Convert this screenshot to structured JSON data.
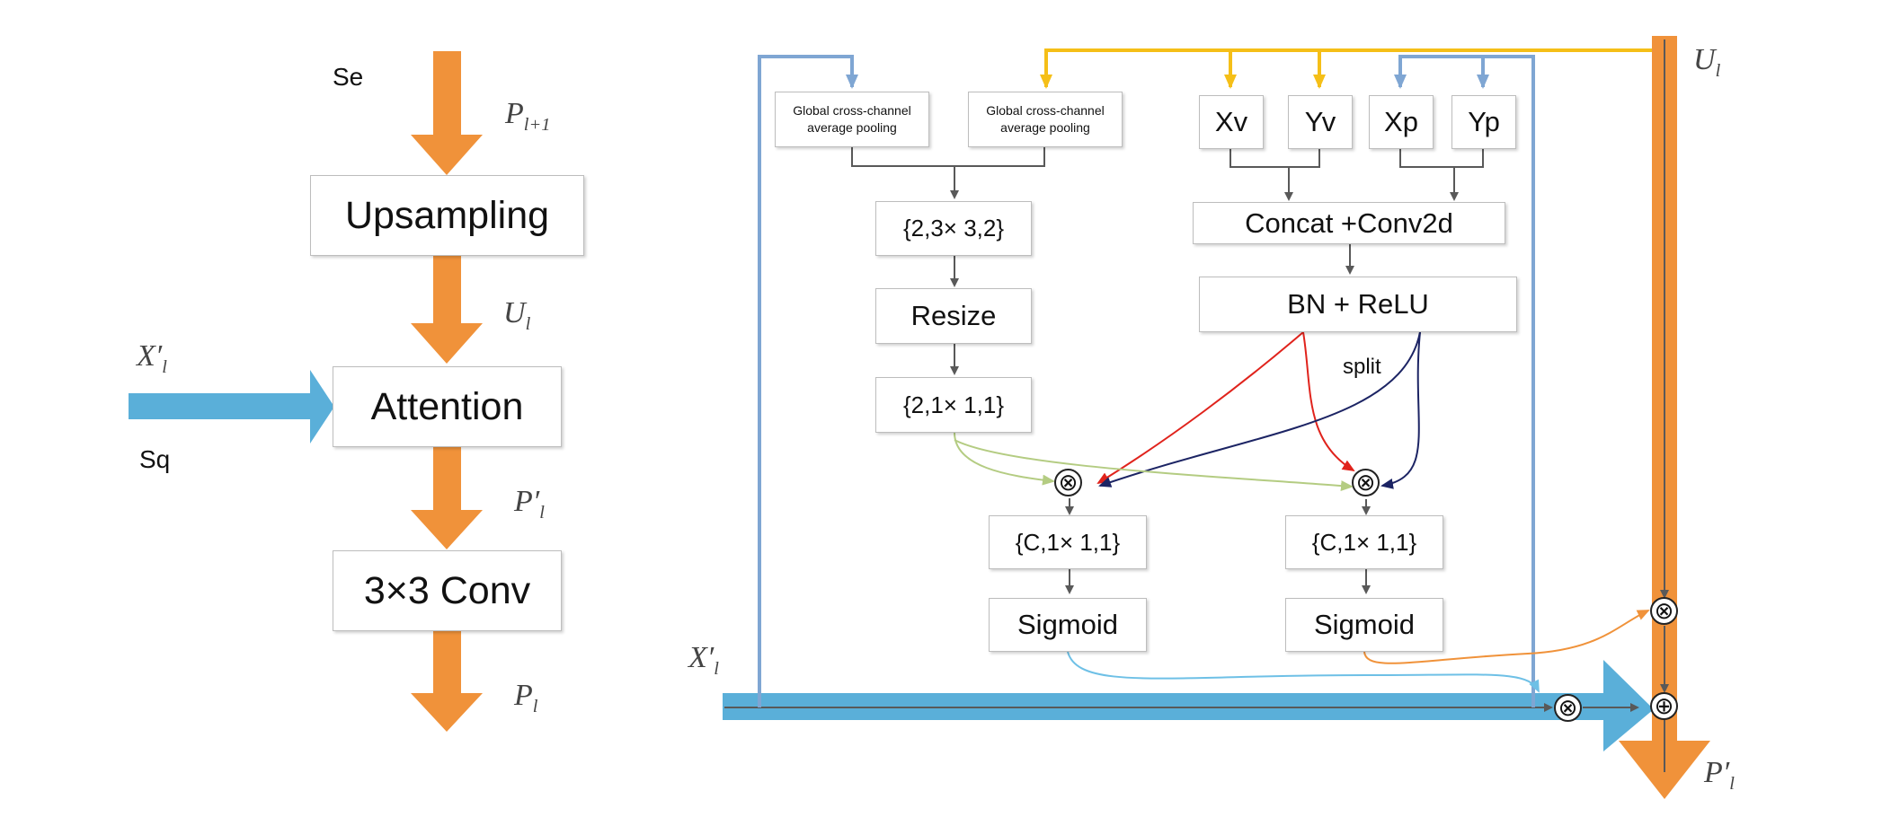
{
  "left_flow": {
    "se_label": "Se",
    "sq_label": "Sq",
    "p_l_plus_1": "P",
    "p_l_plus_1_sub": "l+1",
    "u_l": "U",
    "u_l_sub": "l",
    "x_l_prime": "X′",
    "x_l_prime_sub": "l",
    "p_l_prime": "P′",
    "p_l_prime_sub": "l",
    "p_l": "P",
    "p_l_sub": "l",
    "upsampling": "Upsampling",
    "attention": "Attention",
    "conv": "3×3 Conv"
  },
  "right_flow": {
    "pool_1": "Global cross-channel average pooling",
    "pool_2": "Global cross-channel average pooling",
    "xv": "Xv",
    "yv": "Yv",
    "xp": "Xp",
    "yp": "Yp",
    "shape_232": "{2,3× 3,2}",
    "resize": "Resize",
    "shape_211": "{2,1× 1,1}",
    "concat": "Concat +Conv2d",
    "bn_relu": "BN + ReLU",
    "split": "split",
    "shape_c11_left": "{C,1× 1,1}",
    "shape_c11_right": "{C,1× 1,1}",
    "sigmoid_left": "Sigmoid",
    "sigmoid_right": "Sigmoid",
    "u_l": "U",
    "u_l_sub": "l",
    "x_l_prime": "X′",
    "x_l_prime_sub": "l",
    "p_l_prime": "P′",
    "p_l_prime_sub": "l",
    "multiply_symbol": "⊗",
    "add_symbol": "⊕"
  },
  "colors": {
    "orange": "#f0923a",
    "blue": "#5aafd9",
    "frame_blue": "#7fa6d3",
    "yellow": "#f5bf18",
    "red": "#e0231c",
    "navy": "#1c2464",
    "green": "#b4cc82",
    "gray": "#595959",
    "light_blue_line": "#6ec0e6"
  }
}
